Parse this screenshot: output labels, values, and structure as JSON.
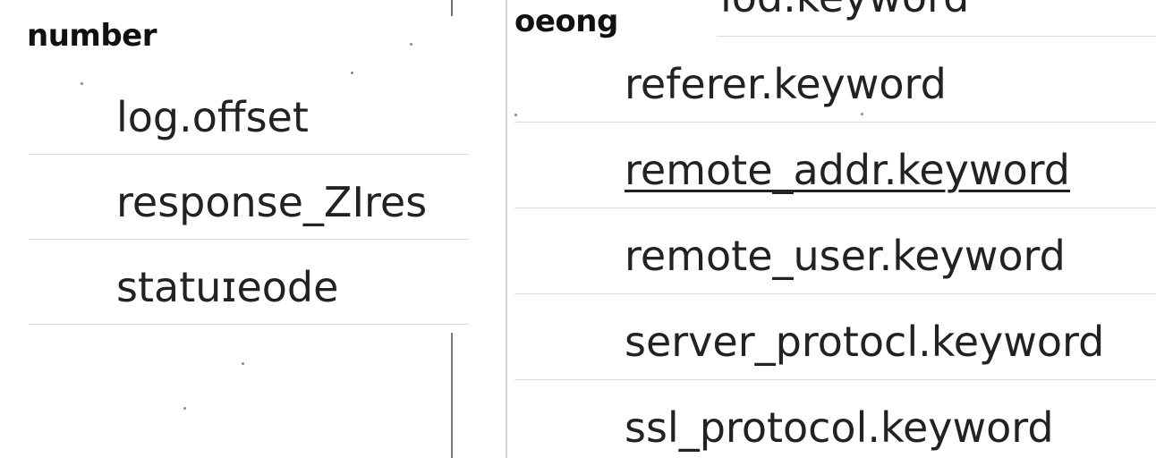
{
  "left_group": {
    "title": "number",
    "fields": [
      {
        "label": "log.offset"
      },
      {
        "label": "response_ZIres"
      },
      {
        "label": "statuɪeode"
      }
    ]
  },
  "right_group": {
    "title": "oeong",
    "top_partial_field": "lod.keyword",
    "fields": [
      {
        "label": "referer.keyword"
      },
      {
        "label": "remote_addr.keyword"
      },
      {
        "label": "remote_user.keyword"
      },
      {
        "label": "server_protocl.keyword"
      },
      {
        "label": "ssl_protocol.keyword"
      }
    ]
  },
  "colors": {
    "text": "#222222",
    "divider": "#dcdcdc",
    "background": "#ffffff"
  }
}
